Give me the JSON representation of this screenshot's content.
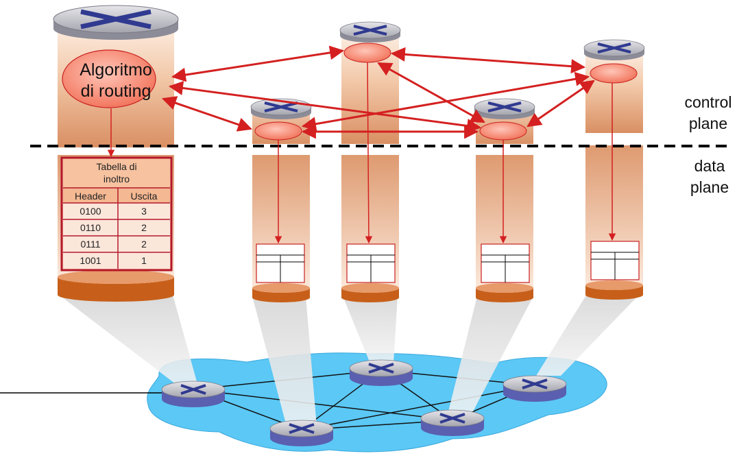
{
  "plane_labels": {
    "control": [
      "control",
      "plane"
    ],
    "data": [
      "data",
      "plane"
    ]
  },
  "routing_algorithm": [
    "Algoritmo",
    "di routing"
  ],
  "forwarding_table": {
    "title": [
      "Tabella di",
      "inoltro"
    ],
    "headers": [
      "Header",
      "Uscita"
    ],
    "rows": [
      [
        "0100",
        "3"
      ],
      [
        "0110",
        "2"
      ],
      [
        "0111",
        "2"
      ],
      [
        "1001",
        "1"
      ]
    ]
  },
  "colors": {
    "arrow": "#d42020",
    "network_cloud": "#5bc8f5",
    "router_top": "#a8a8b4",
    "router_side": "#5a5fb0",
    "router_cross": "#303a90",
    "column_top": "#fbe6d7",
    "column_bottom": "#d8936a",
    "column_base": "#c75f1a"
  }
}
